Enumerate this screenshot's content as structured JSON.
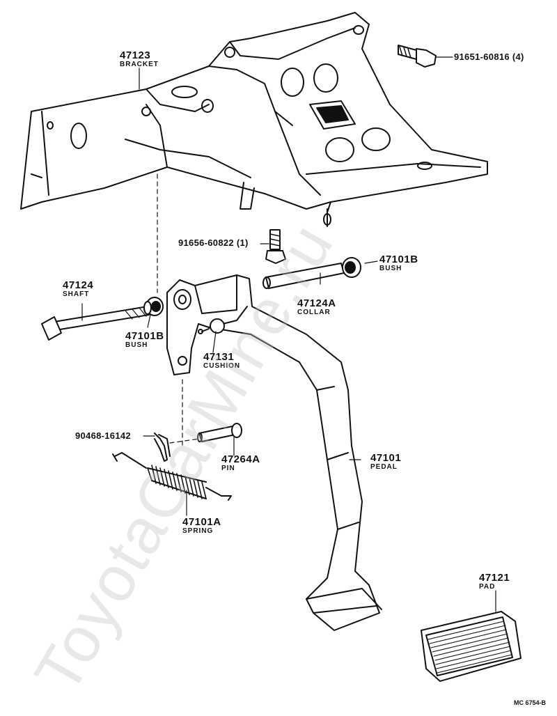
{
  "watermark": "ToyotaCarMine.ru",
  "diagram_code": "MC 6754-B",
  "parts": {
    "bracket": {
      "number": "47123",
      "name": "BRACKET"
    },
    "shaft": {
      "number": "47124",
      "name": "SHAFT"
    },
    "bush_left": {
      "number": "47101B",
      "name": "BUSH"
    },
    "bush_right": {
      "number": "47101B",
      "name": "BUSH"
    },
    "collar": {
      "number": "47124A",
      "name": "COLLAR"
    },
    "cushion": {
      "number": "47131",
      "name": "CUSHION"
    },
    "pin": {
      "number": "47264A",
      "name": "PIN"
    },
    "pedal": {
      "number": "47101",
      "name": "PEDAL"
    },
    "spring": {
      "number": "47101A",
      "name": "SPRING"
    },
    "pad": {
      "number": "47121",
      "name": "PAD"
    }
  },
  "fasteners": {
    "bolt_bracket": "91651-60816 (4)",
    "bolt_stop": "91656-60822 (1)",
    "clip": "90468-16142"
  }
}
